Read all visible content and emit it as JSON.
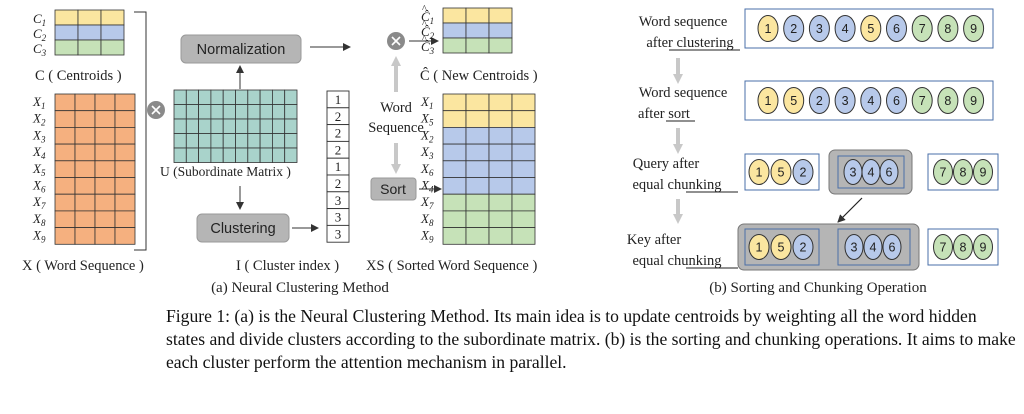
{
  "panel_a": {
    "centroid_labels": [
      "C1",
      "C2",
      "C3"
    ],
    "centroids_caption": "C ( Centroids )",
    "word_labels": [
      "X1",
      "X2",
      "X3",
      "X4",
      "X5",
      "X6",
      "X7",
      "X8",
      "X9"
    ],
    "word_caption": "X ( Word Sequence )",
    "normalization_label": "Normalization",
    "clustering_label": "Clustering",
    "subordinate_caption": "U (Subordinate Matrix )",
    "cluster_index": [
      "1",
      "2",
      "2",
      "2",
      "1",
      "2",
      "3",
      "3",
      "3"
    ],
    "cluster_index_caption": "I ( Cluster index )",
    "new_centroid_labels": [
      "Ĉ1",
      "Ĉ2",
      "Ĉ3"
    ],
    "new_centroids_caption": "Ĉ ( New Centroids )",
    "word_sequence_label_1": "Word",
    "word_sequence_label_2": "Sequence",
    "sort_label": "Sort",
    "sorted_labels": [
      "X1",
      "X5",
      "X2",
      "X3",
      "X6",
      "X4",
      "X7",
      "X8",
      "X9"
    ],
    "sorted_caption": "XS ( Sorted Word Sequence )",
    "panel_caption": "(a)  Neural Clustering Method"
  },
  "panel_b": {
    "row1_label_1": "Word sequence",
    "row1_label_2": "after clustering",
    "row1_tokens": [
      "1",
      "2",
      "3",
      "4",
      "5",
      "6",
      "7",
      "8",
      "9"
    ],
    "row1_clusters": [
      1,
      2,
      2,
      2,
      1,
      2,
      3,
      3,
      3
    ],
    "row2_label_1": "Word sequence",
    "row2_label_2": "after sort",
    "row2_tokens": [
      "1",
      "5",
      "2",
      "3",
      "4",
      "6",
      "7",
      "8",
      "9"
    ],
    "row2_clusters": [
      1,
      1,
      2,
      2,
      2,
      2,
      3,
      3,
      3
    ],
    "row3_label_1": "Query after",
    "row3_label_2": "equal chunking",
    "row4_label_1": "Key after",
    "row4_label_2": "equal chunking",
    "chunk1_tokens": [
      "1",
      "5",
      "2"
    ],
    "chunk1_clusters": [
      1,
      1,
      2
    ],
    "chunk2_tokens": [
      "3",
      "4",
      "6"
    ],
    "chunk2_clusters": [
      2,
      2,
      2
    ],
    "chunk3_tokens": [
      "7",
      "8",
      "9"
    ],
    "chunk3_clusters": [
      3,
      3,
      3
    ],
    "panel_caption": "(b)   Sorting and Chunking Operation"
  },
  "colors": {
    "cluster1": "#fbe6a0",
    "cluster2": "#b7c9ea",
    "cluster3": "#c6e2b8",
    "word_fill": "#f5b07f",
    "subordinate_fill": "#a9d3cb",
    "gray_box": "#b5b5b5",
    "arrow_gray": "#c8c8c8"
  },
  "figure_caption": "Figure 1: (a) is the Neural Clustering Method. Its main idea is to update centroids by weighting all the word hidden states and divide clusters according to the subordinate matrix. (b) is the sorting and chunking operations. It aims to make each cluster perform the attention mechanism in parallel."
}
